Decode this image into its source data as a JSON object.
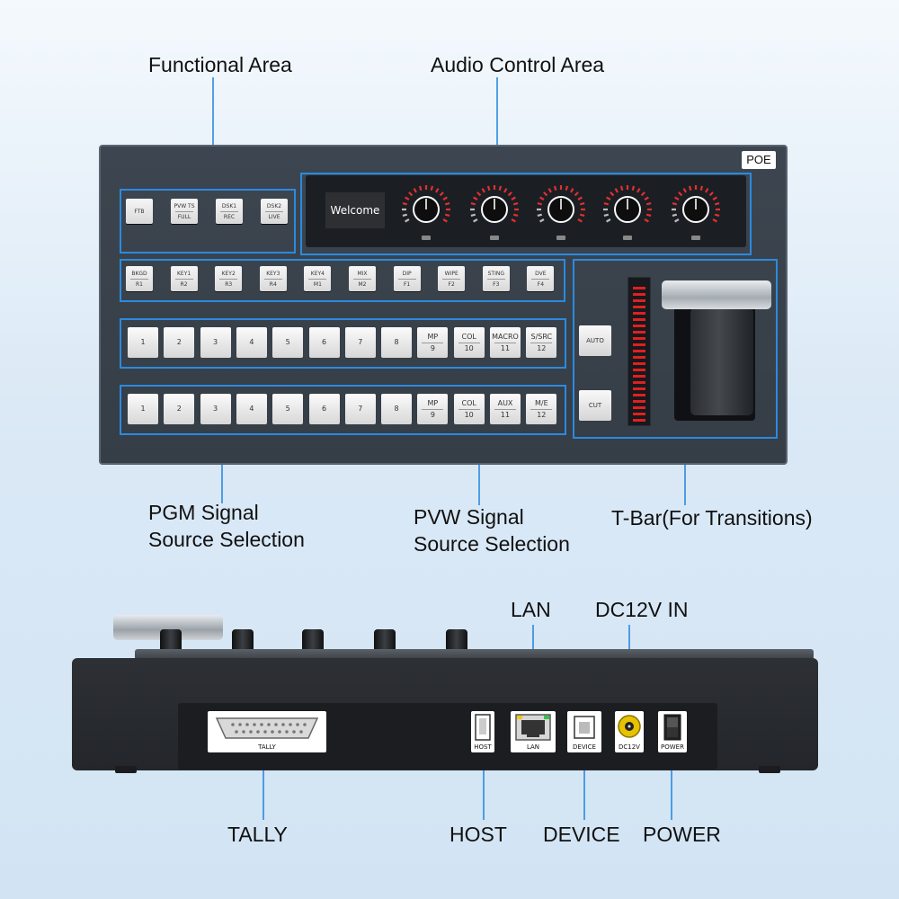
{
  "labels": {
    "functional_area": "Functional Area",
    "audio_control_area": "Audio Control Area",
    "pgm_line1": "PGM Signal",
    "pgm_line2": "Source Selection",
    "pvw_line1": "PVW Signal",
    "pvw_line2": "Source Selection",
    "tbar": "T-Bar(For Transitions)",
    "lan": "LAN",
    "dc12v_in": "DC12V IN",
    "tally": "TALLY",
    "host": "HOST",
    "device": "DEVICE",
    "power": "POWER"
  },
  "panel": {
    "poe": "POE",
    "display_text": "Welcome",
    "function_row1": [
      {
        "top": "FTB",
        "bottom": ""
      },
      {
        "top": "PVW TS",
        "bottom": "FULL"
      },
      {
        "top": "DSK1",
        "bottom": "REC"
      },
      {
        "top": "DSK2",
        "bottom": "LIVE"
      }
    ],
    "function_row2": [
      {
        "top": "BKGD",
        "bottom": "R1"
      },
      {
        "top": "KEY1",
        "bottom": "R2"
      },
      {
        "top": "KEY2",
        "bottom": "R3"
      },
      {
        "top": "KEY3",
        "bottom": "R4"
      },
      {
        "top": "KEY4",
        "bottom": "M1"
      },
      {
        "top": "MIX",
        "bottom": "M2"
      },
      {
        "top": "DIP",
        "bottom": "F1"
      },
      {
        "top": "WIPE",
        "bottom": "F2"
      },
      {
        "top": "STING",
        "bottom": "F3"
      },
      {
        "top": "DVE",
        "bottom": "F4"
      }
    ],
    "pgm_row": [
      {
        "top": "1",
        "bottom": ""
      },
      {
        "top": "2",
        "bottom": ""
      },
      {
        "top": "3",
        "bottom": ""
      },
      {
        "top": "4",
        "bottom": ""
      },
      {
        "top": "5",
        "bottom": ""
      },
      {
        "top": "6",
        "bottom": ""
      },
      {
        "top": "7",
        "bottom": ""
      },
      {
        "top": "8",
        "bottom": ""
      },
      {
        "top": "MP",
        "bottom": "9"
      },
      {
        "top": "COL",
        "bottom": "10"
      },
      {
        "top": "MACRO",
        "bottom": "11"
      },
      {
        "top": "S/SRC",
        "bottom": "12"
      }
    ],
    "pvw_row": [
      {
        "top": "1",
        "bottom": ""
      },
      {
        "top": "2",
        "bottom": ""
      },
      {
        "top": "3",
        "bottom": ""
      },
      {
        "top": "4",
        "bottom": ""
      },
      {
        "top": "5",
        "bottom": ""
      },
      {
        "top": "6",
        "bottom": ""
      },
      {
        "top": "7",
        "bottom": ""
      },
      {
        "top": "8",
        "bottom": ""
      },
      {
        "top": "MP",
        "bottom": "9"
      },
      {
        "top": "COL",
        "bottom": "10"
      },
      {
        "top": "AUX",
        "bottom": "11"
      },
      {
        "top": "M/E",
        "bottom": "12"
      }
    ],
    "auto": "AUTO",
    "cut": "CUT"
  },
  "ports": {
    "tally": "TALLY",
    "host": "HOST",
    "lan": "LAN",
    "device": "DEVICE",
    "dc12v": "DC12V",
    "power": "POWER"
  },
  "colors": {
    "accent": "#2b8ae0",
    "panel": "#3a434d",
    "knob_ring": "#e03030"
  }
}
